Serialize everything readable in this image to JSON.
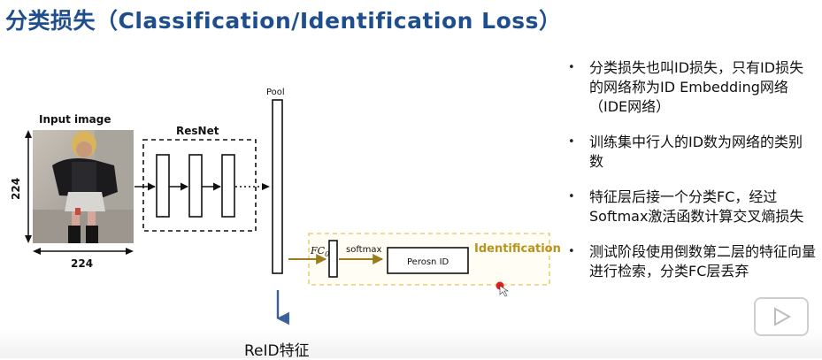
{
  "title": "分类损失（Classification/Identification Loss）",
  "diagram": {
    "input_label": "Input image",
    "dim_vertical": "224",
    "dim_horizontal": "224",
    "resnet_label": "ResNet",
    "pool_label": "Pool",
    "fc_label": "FC",
    "fc_subscript": "0",
    "softmax_label": "softmax",
    "person_id_label": "Perosn ID",
    "identification_label": "Identification"
  },
  "bullets": [
    "分类损失也叫ID损失，只有ID损失的网络称为ID  Embedding网络（IDE网络）",
    "训练集中行人的ID数为网络的类别数",
    "特征层后接一个分类FC，经过Softmax激活函数计算交叉熵损失",
    "测试阶段使用倒数第二层的特征向量进行检索，分类FC层丢弃"
  ],
  "reid_label": "ReID特征",
  "colors": {
    "title": "#1f4e8c",
    "identification": "#b8941f",
    "frame_dashed": "#e6cf7a",
    "arrow_blue": "#3a5f9a"
  }
}
